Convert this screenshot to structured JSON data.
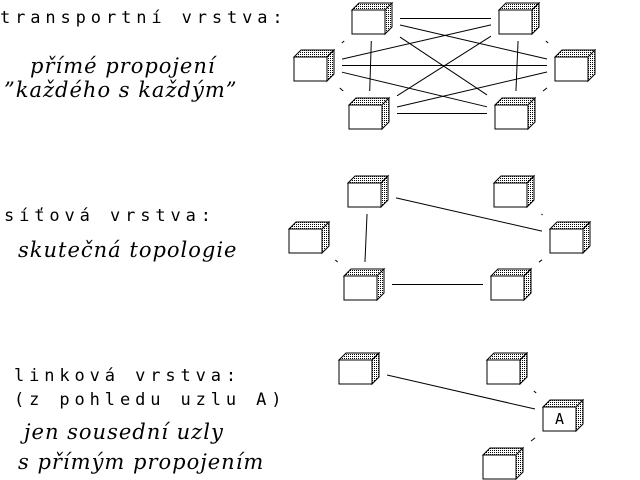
{
  "transport": {
    "title": "transportní vrstva:",
    "desc1": "přímé propojení",
    "desc2": "”každého s každým”"
  },
  "network": {
    "title": "síťová vrstva:",
    "desc1": "skutečná topologie"
  },
  "link": {
    "title": "linková vrstva:",
    "subtitle": "(z pohledu uzlu A)",
    "desc1": "jen sousední uzly",
    "desc2": "s přímým propojením",
    "node_label": "A"
  }
}
